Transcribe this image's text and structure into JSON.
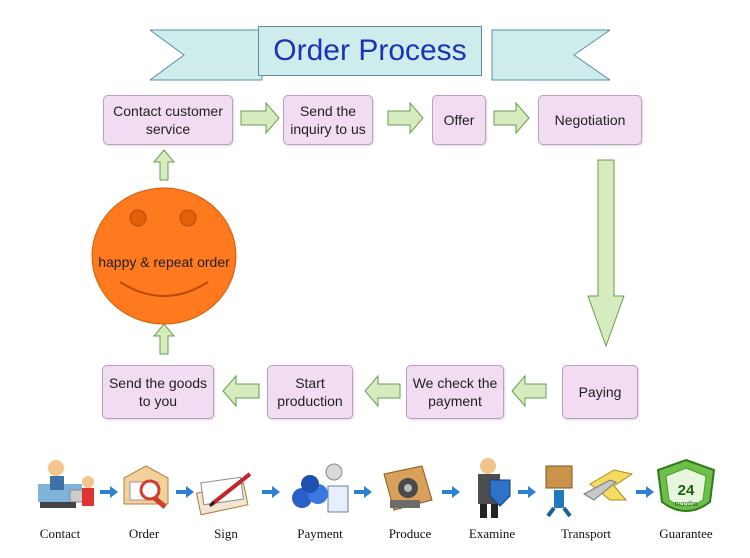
{
  "title": "Order Process",
  "steps": [
    {
      "id": "contact",
      "text": "Contact customer service"
    },
    {
      "id": "inquiry",
      "text": "Send the inquiry to us"
    },
    {
      "id": "offer",
      "text": "Offer"
    },
    {
      "id": "negotiation",
      "text": "Negotiation"
    },
    {
      "id": "paying",
      "text": "Paying"
    },
    {
      "id": "check",
      "text": "We check the payment"
    },
    {
      "id": "production",
      "text": "Start production"
    },
    {
      "id": "send",
      "text": "Send the goods to you"
    }
  ],
  "smiley": {
    "text": "happy & repeat order"
  },
  "bottom_flow": [
    {
      "label": "Contact",
      "icon": "contact-icon"
    },
    {
      "label": "Order",
      "icon": "order-icon"
    },
    {
      "label": "Sign",
      "icon": "sign-icon"
    },
    {
      "label": "Payment",
      "icon": "payment-icon"
    },
    {
      "label": "Produce",
      "icon": "produce-icon"
    },
    {
      "label": "Examine",
      "icon": "examine-icon"
    },
    {
      "label": "Transport",
      "icon": "transport-icon"
    },
    {
      "label": "Guarantee",
      "icon": "guarantee-icon"
    }
  ],
  "guarantee_badge": {
    "number": "24",
    "unit": "months"
  },
  "colors": {
    "step_fill": "#f2dcf2",
    "arrow_fill": "#d6ecbf",
    "arrow_stroke": "#6d9a50",
    "title_color": "#1a34b8",
    "smiley_fill": "#ff7a1f"
  }
}
